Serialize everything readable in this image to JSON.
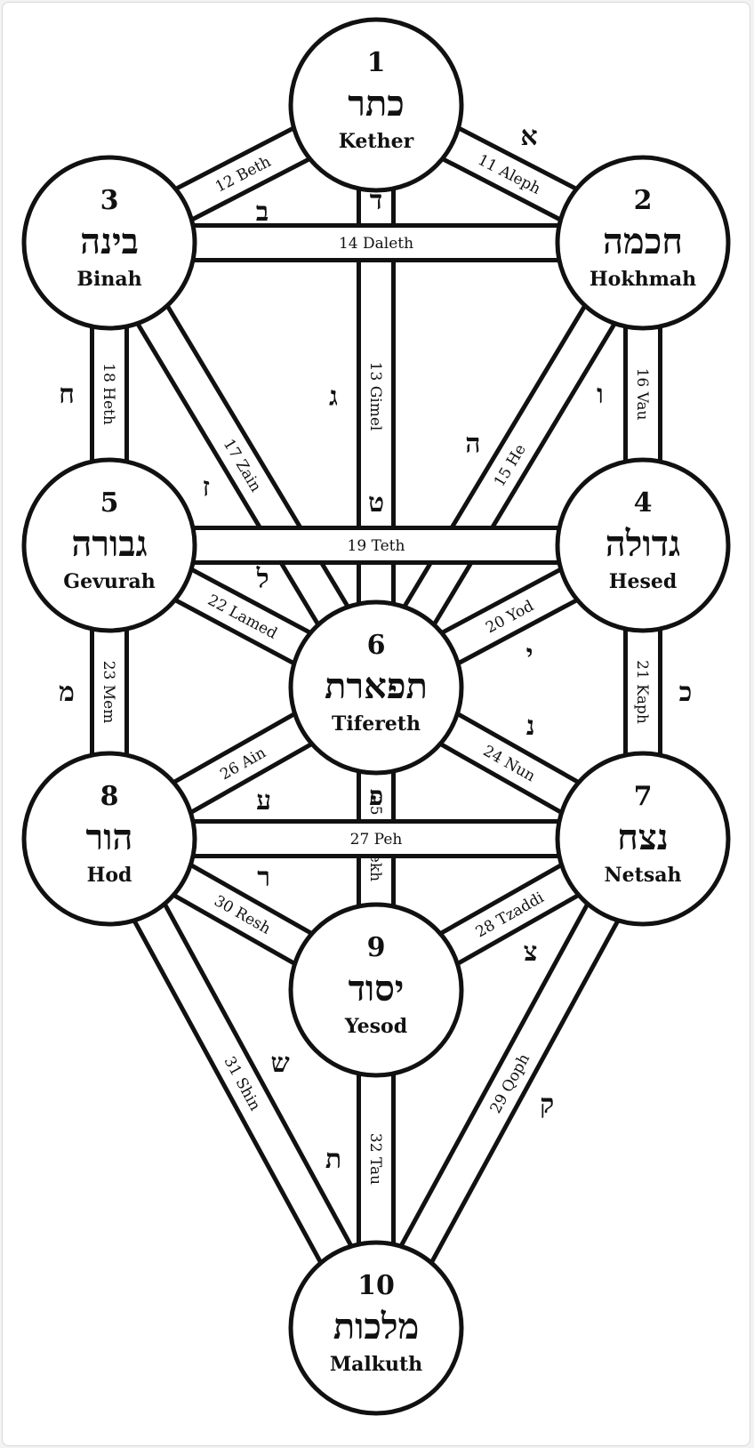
{
  "sephirot": [
    {
      "id": 1,
      "number": "1",
      "hebrew": "כתר",
      "name": "Kether"
    },
    {
      "id": 2,
      "number": "2",
      "hebrew": "חכמה",
      "name": "Hokhmah"
    },
    {
      "id": 3,
      "number": "3",
      "hebrew": "בינה",
      "name": "Binah"
    },
    {
      "id": 4,
      "number": "4",
      "hebrew": "גדולה",
      "name": "Hesed"
    },
    {
      "id": 5,
      "number": "5",
      "hebrew": "גבורה",
      "name": "Gevurah"
    },
    {
      "id": 6,
      "number": "6",
      "hebrew": "תפארת",
      "name": "Tifereth"
    },
    {
      "id": 7,
      "number": "7",
      "hebrew": "נצח",
      "name": "Netsah"
    },
    {
      "id": 8,
      "number": "8",
      "hebrew": "הור",
      "name": "Hod"
    },
    {
      "id": 9,
      "number": "9",
      "hebrew": "יסוד",
      "name": "Yesod"
    },
    {
      "id": 10,
      "number": "10",
      "hebrew": "מלכות",
      "name": "Malkuth"
    }
  ],
  "paths": [
    {
      "num": "11",
      "name": "Aleph",
      "letter": "א",
      "from": 1,
      "to": 2
    },
    {
      "num": "12",
      "name": "Beth",
      "letter": "ב",
      "from": 1,
      "to": 3
    },
    {
      "num": "13",
      "name": "Gimel",
      "letter": "ג",
      "from": 1,
      "to": 6
    },
    {
      "num": "14",
      "name": "Daleth",
      "letter": "ד",
      "from": 3,
      "to": 2
    },
    {
      "num": "15",
      "name": "He",
      "letter": "ה",
      "from": 2,
      "to": 6
    },
    {
      "num": "16",
      "name": "Vau",
      "letter": "ו",
      "from": 2,
      "to": 4
    },
    {
      "num": "17",
      "name": "Zain",
      "letter": "ז",
      "from": 3,
      "to": 6
    },
    {
      "num": "18",
      "name": "Heth",
      "letter": "ח",
      "from": 3,
      "to": 5
    },
    {
      "num": "19",
      "name": "Teth",
      "letter": "ט",
      "from": 5,
      "to": 4
    },
    {
      "num": "20",
      "name": "Yod",
      "letter": "י",
      "from": 4,
      "to": 6
    },
    {
      "num": "21",
      "name": "Kaph",
      "letter": "כ",
      "from": 4,
      "to": 7
    },
    {
      "num": "22",
      "name": "Lamed",
      "letter": "ל",
      "from": 5,
      "to": 6
    },
    {
      "num": "23",
      "name": "Mem",
      "letter": "מ",
      "from": 5,
      "to": 8
    },
    {
      "num": "24",
      "name": "Nun",
      "letter": "נ",
      "from": 6,
      "to": 7
    },
    {
      "num": "25",
      "name": "Samekh",
      "letter": "ס",
      "from": 6,
      "to": 9
    },
    {
      "num": "26",
      "name": "Ain",
      "letter": "ע",
      "from": 6,
      "to": 8
    },
    {
      "num": "27",
      "name": "Peh",
      "letter": "פ",
      "from": 8,
      "to": 7
    },
    {
      "num": "28",
      "name": "Tzaddi",
      "letter": "צ",
      "from": 7,
      "to": 9
    },
    {
      "num": "29",
      "name": "Qoph",
      "letter": "ק",
      "from": 7,
      "to": 10
    },
    {
      "num": "30",
      "name": "Resh",
      "letter": "ר",
      "from": 8,
      "to": 9
    },
    {
      "num": "31",
      "name": "Shin",
      "letter": "ש",
      "from": 8,
      "to": 10
    },
    {
      "num": "32",
      "name": "Tau",
      "letter": "ת",
      "from": 9,
      "to": 10
    }
  ]
}
